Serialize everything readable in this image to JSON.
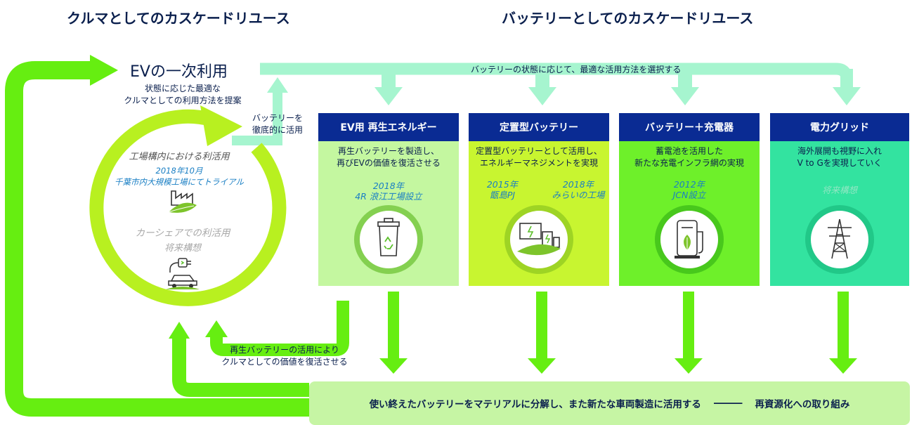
{
  "headers": {
    "left": "クルマとしてのカスケードリユース",
    "right": "バッテリーとしてのカスケードリユース"
  },
  "ev_primary": "EVの一次利用",
  "top_arrow_text": "バッテリーの状態に応じて、最適な活用方法を選択する",
  "propose_text": [
    "状態に応じた最適な",
    "クルマとしての利用方法を提案"
  ],
  "battery_full_use": [
    "バッテリーを",
    "徹底的に活用"
  ],
  "factory_use": {
    "title": "工場構内における利活用",
    "date": "2018年10月",
    "detail": "千葉市内大規模工場にてトライアル"
  },
  "carshare_use": {
    "title": "カーシェアでの利活用",
    "status": "将来構想"
  },
  "revive_text": [
    "再生バッテリーの活用により",
    "クルマとしての価値を復活させる"
  ],
  "cards": [
    {
      "title": "EV用 再生エネルギー",
      "desc": [
        "再生バッテリーを製造し、",
        "再びEVの価値を復活させる"
      ],
      "years": [
        {
          "line1": "2018年",
          "line2": "4R 浪江工場設立"
        }
      ],
      "icon": "recycle-bin-icon",
      "color": "#c4f7a0"
    },
    {
      "title": "定置型バッテリー",
      "desc": [
        "定置型バッテリーとして活用し、",
        "エネルギーマネジメントを実現"
      ],
      "years": [
        {
          "line1": "2015年",
          "line2": "甑島PJ"
        },
        {
          "line1": "2018年",
          "line2": "みらいの工場"
        }
      ],
      "icon": "stationary-battery-icon",
      "color": "#c8f530"
    },
    {
      "title": "バッテリー＋充電器",
      "desc": [
        "蓄電池を活用した",
        "新たな充電インフラ網の実現"
      ],
      "years": [
        {
          "line1": "2012年",
          "line2": "JCN設立"
        }
      ],
      "icon": "charging-station-icon",
      "color": "#6ef02a"
    },
    {
      "title": "電力グリッド",
      "desc": [
        "海外展開も視野に入れ",
        "V to Gを実現していく"
      ],
      "years": [
        {
          "line1": "将来構想",
          "line2": ""
        }
      ],
      "icon": "power-pylon-icon",
      "color": "#33e3a0"
    }
  ],
  "bottom_text": "使い終えたバッテリーをマテリアルに分解し、また新たな車両製造に活用する",
  "bottom_dash": "―――",
  "bottom_goal": "再資源化への取り組み",
  "colors": {
    "navy": "#0a1f4d",
    "title_blue": "#0a2b93",
    "mint_arrow": "#a6f5cf",
    "lime_arrow": "#66ee11",
    "ring": "#b8f020"
  }
}
